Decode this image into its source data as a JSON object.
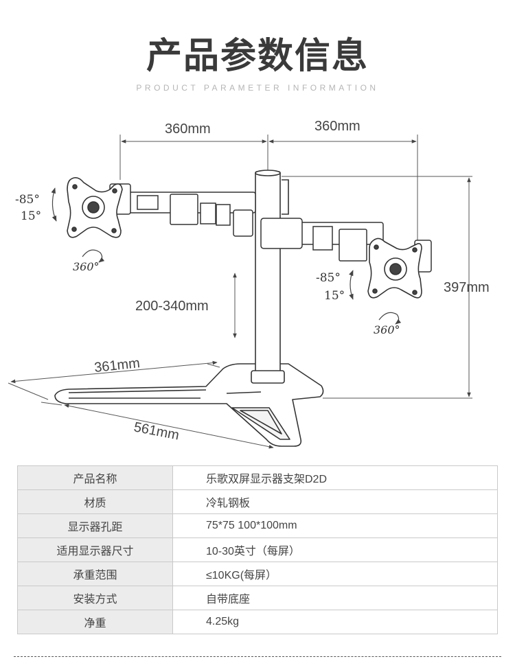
{
  "header": {
    "title": "产品参数信息",
    "subtitle": "PRODUCT PARAMETER INFORMATION"
  },
  "diagram": {
    "arm_left_width": "360mm",
    "arm_right_width": "360mm",
    "height": "397mm",
    "height_adjust": "200-340mm",
    "base_width": "361mm",
    "base_depth": "561mm",
    "left_tilt_up": "-85°",
    "left_tilt_down": "15°",
    "left_rotate": "360°",
    "right_tilt_up": "-85°",
    "right_tilt_down": "15°",
    "right_rotate": "360°"
  },
  "specs": [
    {
      "label": "产品名称",
      "value": "乐歌双屏显示器支架D2D"
    },
    {
      "label": "材质",
      "value": "冷轧钢板"
    },
    {
      "label": "显示器孔距",
      "value": "75*75 100*100mm"
    },
    {
      "label": "适用显示器尺寸",
      "value": "10-30英寸（每屏）"
    },
    {
      "label": "承重范围",
      "value": "≤10KG(每屏）"
    },
    {
      "label": "安装方式",
      "value": "自带底座"
    },
    {
      "label": "净重",
      "value": "4.25kg"
    }
  ]
}
